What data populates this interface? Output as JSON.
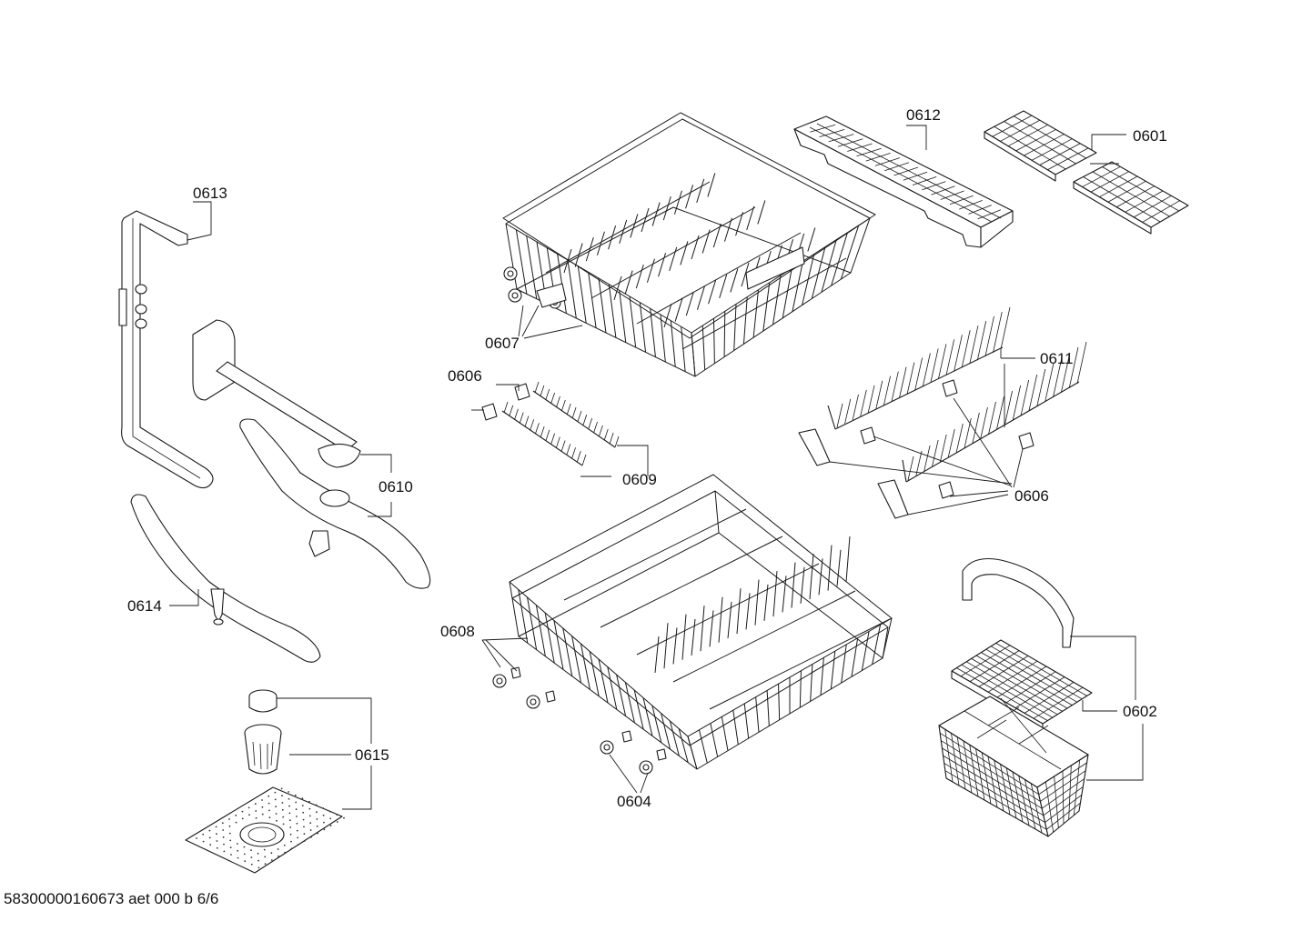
{
  "callouts": {
    "c0601": "0601",
    "c0602": "0602",
    "c0604": "0604",
    "c0606a": "0606",
    "c0606b": "0606",
    "c0607": "0607",
    "c0608": "0608",
    "c0609": "0609",
    "c0610": "0610",
    "c0611": "0611",
    "c0612": "0612",
    "c0613": "0613",
    "c0614": "0614",
    "c0615": "0615"
  },
  "footer": {
    "doc_code": "58300000160673 aet 000 b 6/6"
  }
}
